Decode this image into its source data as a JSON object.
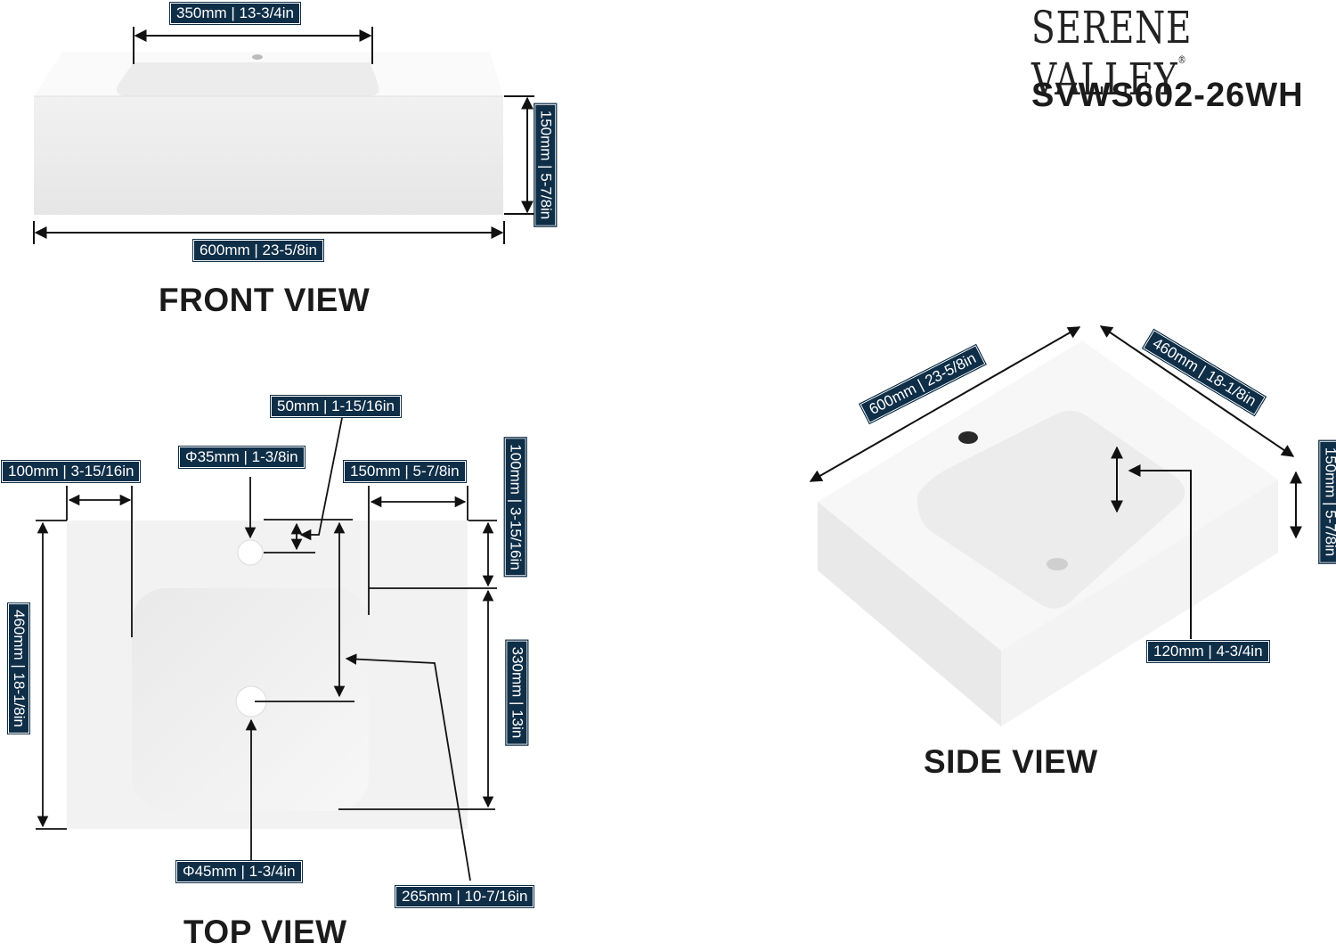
{
  "brand": {
    "name": "SERENE VALLEY",
    "model": "SVWS602-26WH"
  },
  "views": {
    "front": "FRONT VIEW",
    "top": "TOP VIEW",
    "side": "SIDE VIEW"
  },
  "colors": {
    "label_bg": "#0f2e47",
    "label_text": "#ffffff",
    "sink": "#f4f4f4",
    "line": "#111111"
  },
  "front": {
    "basin_width": "350mm | 13-3/4in",
    "height": "150mm | 5-7/8in",
    "total_width": "600mm | 23-5/8in"
  },
  "top": {
    "left_margin": "100mm | 3-15/16in",
    "tap_hole_dia": "Φ35mm | 1-3/8in",
    "tap_hole_offset": "50mm | 1-15/16in",
    "right_margin": "150mm | 5-7/8in",
    "back_margin": "100mm | 3-15/16in",
    "depth": "460mm | 18-1/8in",
    "basin_depth": "330mm | 13in",
    "drain_dia": "Φ45mm | 1-3/4in",
    "drain_offset": "265mm | 10-7/16in"
  },
  "side": {
    "width": "600mm | 23-5/8in",
    "depth": "460mm | 18-1/8in",
    "height": "150mm | 5-7/8in",
    "bowl_depth": "120mm | 4-3/4in"
  }
}
